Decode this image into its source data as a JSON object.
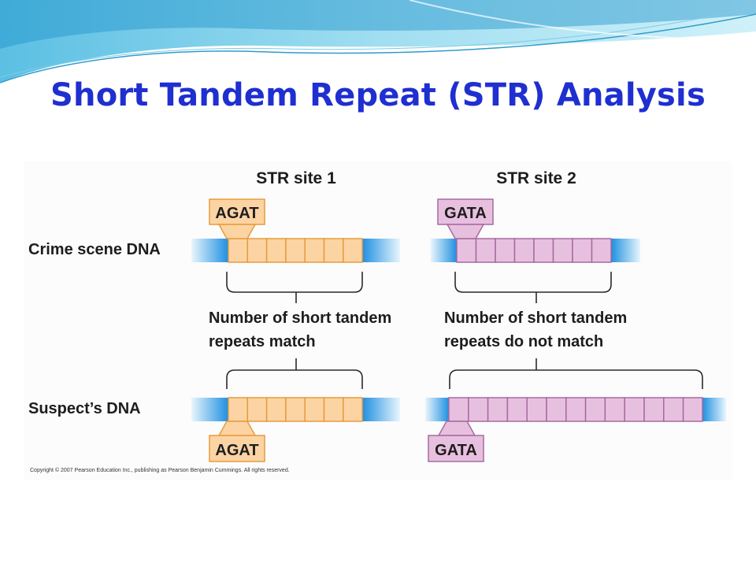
{
  "slide": {
    "title": "Short Tandem Repeat (STR) Analysis"
  },
  "diagram": {
    "site1_title": "STR site 1",
    "site2_title": "STR site 2",
    "row1_label": "Crime scene DNA",
    "row2_label": "Suspect’s DNA",
    "site1_repeat": "AGAT",
    "site2_repeat": "GATA",
    "site1_note_line1": "Number of short tandem",
    "site1_note_line2": "repeats match",
    "site2_note_line1": "Number of short tandem",
    "site2_note_line2": "repeats do not match",
    "repeat_counts": {
      "site1_crime_scene": 7,
      "site1_suspect": 7,
      "site2_crime_scene": 8,
      "site2_suspect": 13
    },
    "colors": {
      "site1_fill": "#fcd4a4",
      "site1_stroke": "#e79b3c",
      "site2_fill": "#e8c0df",
      "site2_stroke": "#a76aa0",
      "flank": "#1f8fe0"
    },
    "copyright": "Copyright © 2007 Pearson Education Inc., publishing as Pearson Benjamin Cummings. All rights reserved."
  }
}
